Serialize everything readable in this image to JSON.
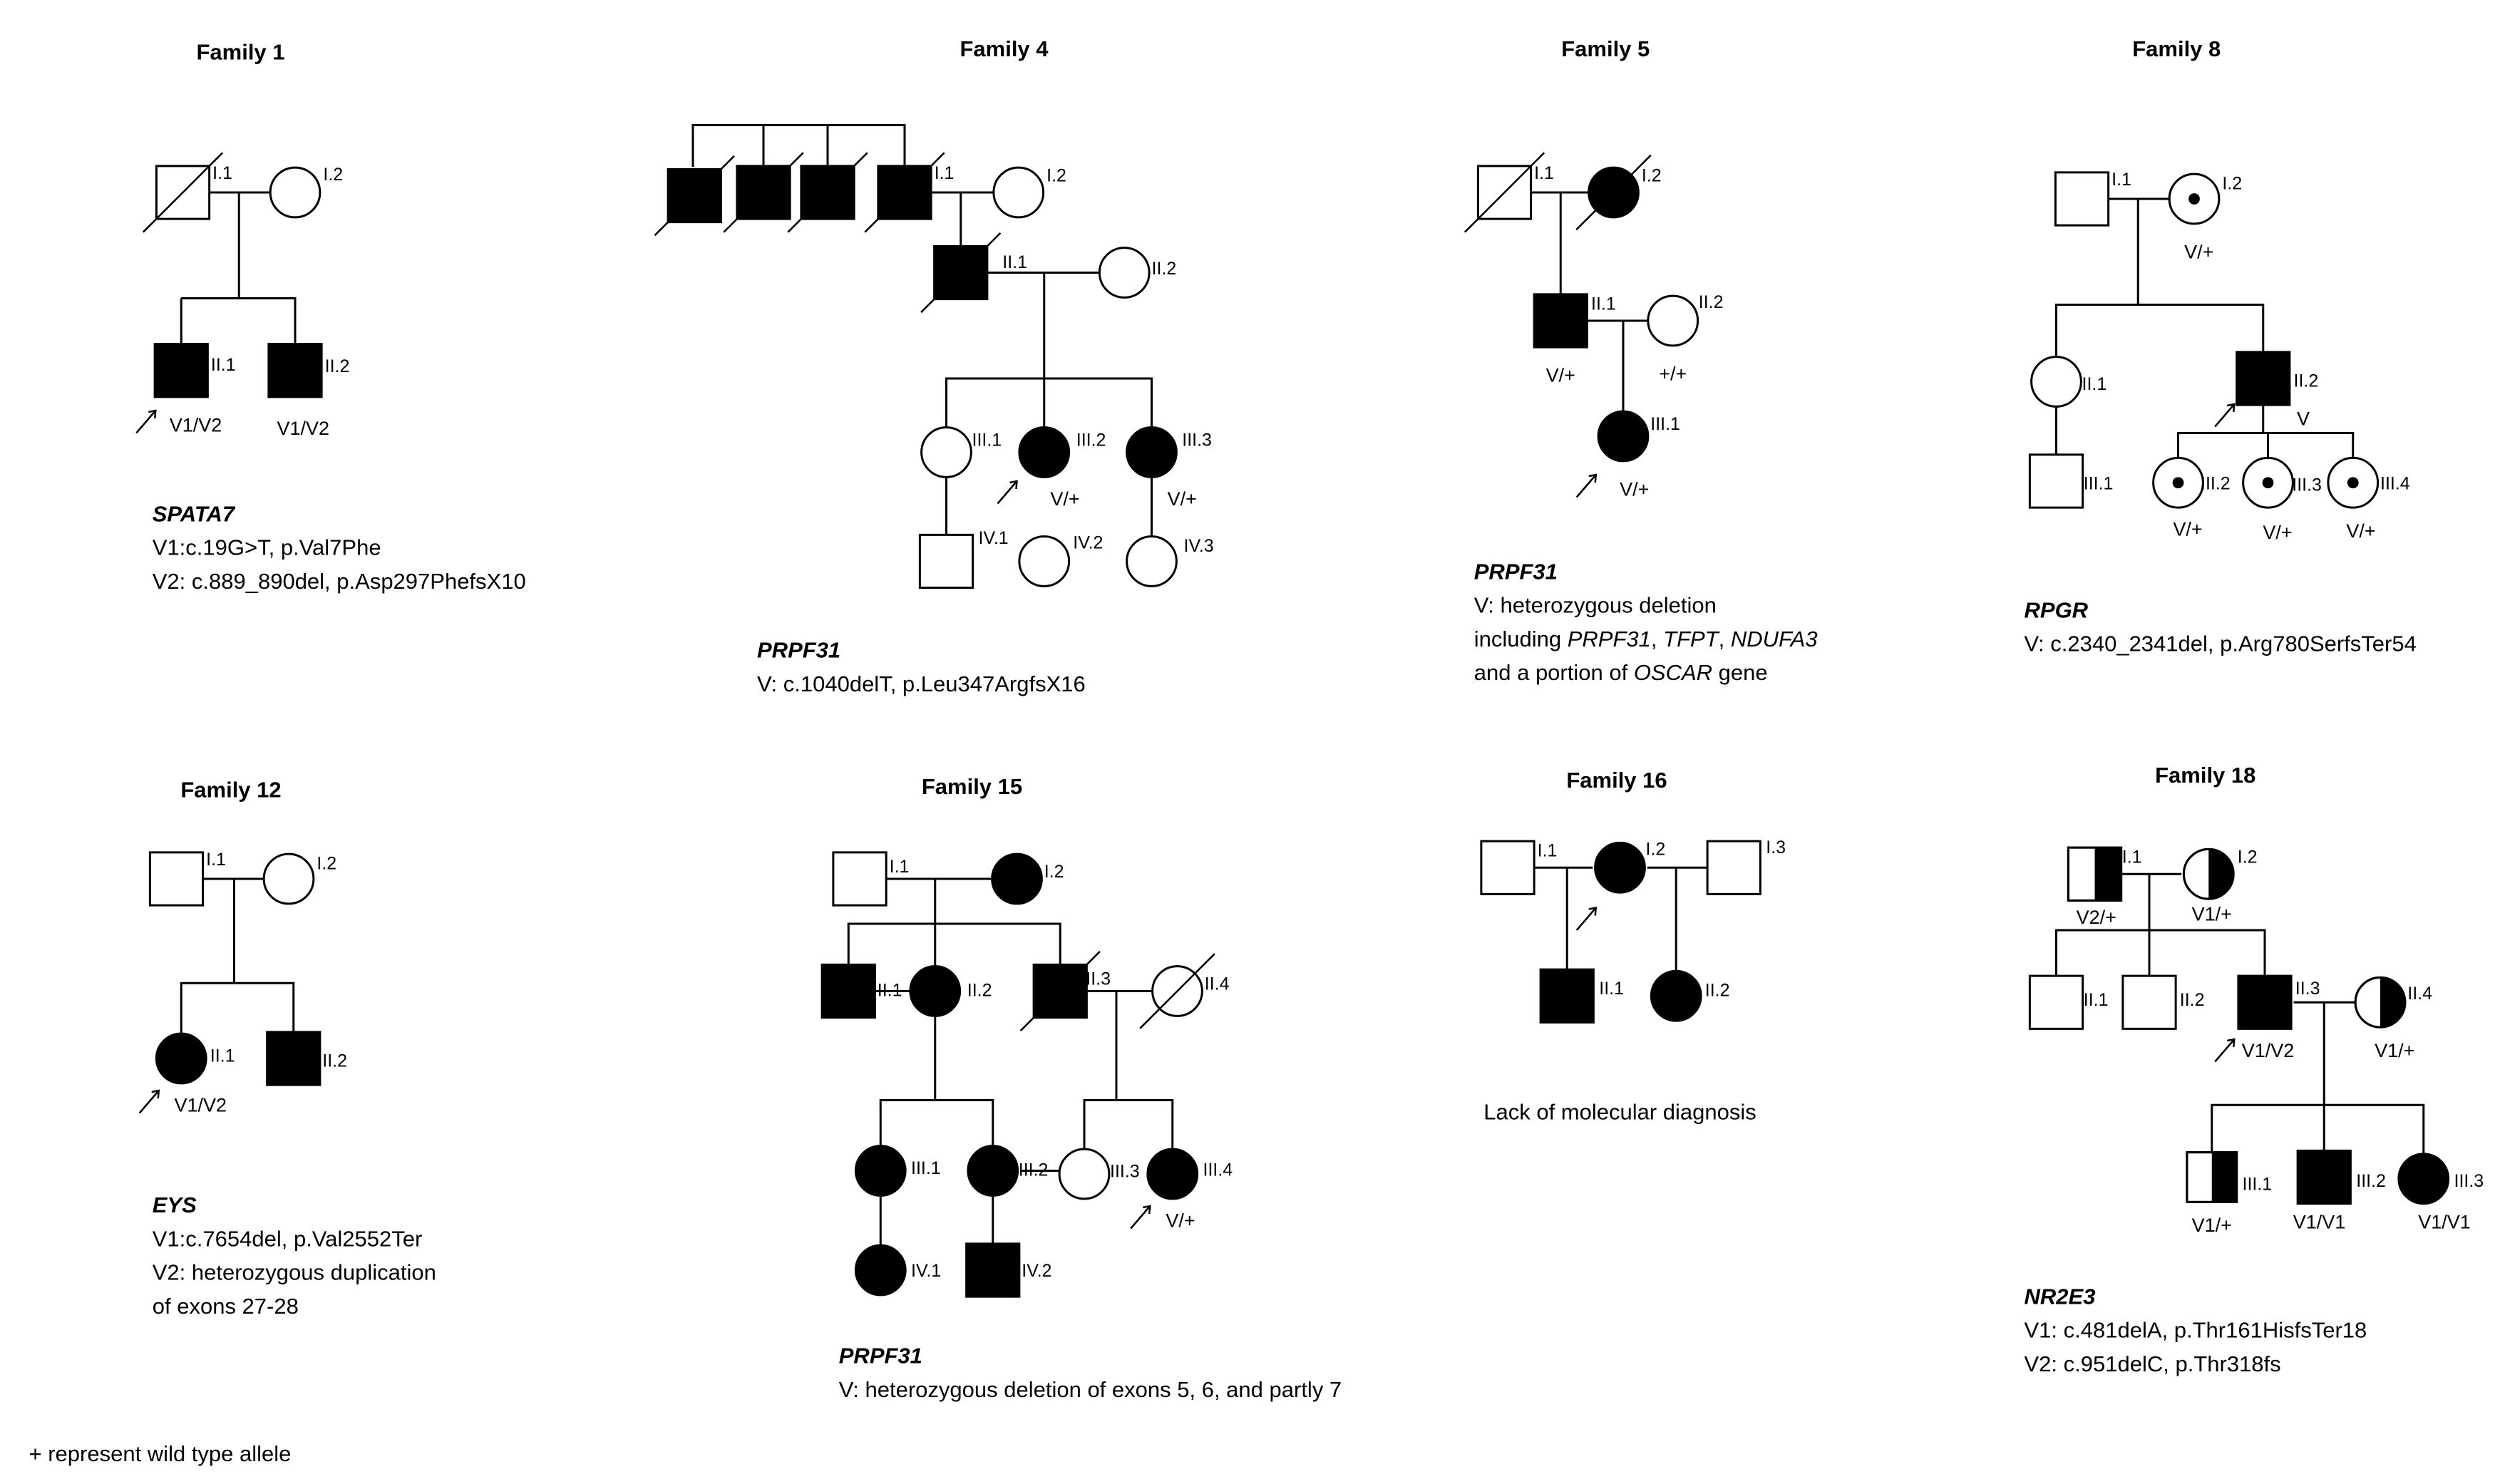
{
  "families": [
    {
      "id": "f1",
      "title": "Family 1",
      "members": [
        {
          "id": "I.1",
          "sex": "M",
          "status": "unaffected",
          "deceased": true
        },
        {
          "id": "I.2",
          "sex": "F",
          "status": "unaffected"
        },
        {
          "id": "II.1",
          "sex": "M",
          "status": "affected",
          "proband": true,
          "genotype": "V1/V2"
        },
        {
          "id": "II.2",
          "sex": "M",
          "status": "affected",
          "genotype": "V1/V2"
        }
      ],
      "gene": "SPATA7",
      "variants": [
        [
          {
            "t": "V1:c.19G>T,  p.Val7Phe"
          }
        ],
        [
          {
            "t": "V2: c.889_890del, p.Asp297PhefsX10"
          }
        ]
      ]
    },
    {
      "id": "f4",
      "title": "Family 4",
      "members": [
        {
          "id": "I.1",
          "sex": "M",
          "status": "affected",
          "deceased": true
        },
        {
          "id": "",
          "sex": "M",
          "status": "affected",
          "deceased": true,
          "note": "sibling of I.1"
        },
        {
          "id": "",
          "sex": "M",
          "status": "affected",
          "deceased": true,
          "note": "sibling of I.1"
        },
        {
          "id": "",
          "sex": "M",
          "status": "affected",
          "deceased": true,
          "note": "sibling of I.1"
        },
        {
          "id": "I.2",
          "sex": "F",
          "status": "unaffected"
        },
        {
          "id": "II.1",
          "sex": "M",
          "status": "affected",
          "deceased": true
        },
        {
          "id": "II.2",
          "sex": "F",
          "status": "unaffected"
        },
        {
          "id": "III.1",
          "sex": "F",
          "status": "unaffected"
        },
        {
          "id": "III.2",
          "sex": "F",
          "status": "affected",
          "proband": true,
          "genotype": "V/+"
        },
        {
          "id": "III.3",
          "sex": "F",
          "status": "affected",
          "genotype": "V/+"
        },
        {
          "id": "IV.1",
          "sex": "M",
          "status": "unaffected"
        },
        {
          "id": "IV.2",
          "sex": "F",
          "status": "unaffected"
        },
        {
          "id": "IV.3",
          "sex": "F",
          "status": "unaffected"
        }
      ],
      "gene": "PRPF31",
      "variants": [
        [
          {
            "t": "V: c.1040delT, p.Leu347ArgfsX16"
          }
        ]
      ]
    },
    {
      "id": "f5",
      "title": "Family 5",
      "members": [
        {
          "id": "I.1",
          "sex": "M",
          "status": "unaffected",
          "deceased": true
        },
        {
          "id": "I.2",
          "sex": "F",
          "status": "affected",
          "deceased": true
        },
        {
          "id": "II.1",
          "sex": "M",
          "status": "affected",
          "genotype": "V/+"
        },
        {
          "id": "II.2",
          "sex": "F",
          "status": "unaffected",
          "genotype": "+/+"
        },
        {
          "id": "III.1",
          "sex": "F",
          "status": "affected",
          "proband": true,
          "genotype": "V/+"
        }
      ],
      "gene": "PRPF31",
      "variants": [
        [
          {
            "t": "V: heterozygous deletion"
          }
        ],
        [
          {
            "t": "including "
          },
          {
            "t": "PRPF31",
            "i": true
          },
          {
            "t": ", "
          },
          {
            "t": "TFPT",
            "i": true
          },
          {
            "t": ", "
          },
          {
            "t": "NDUFA3",
            "i": true
          }
        ],
        [
          {
            "t": "and a portion of "
          },
          {
            "t": "OSCAR",
            "i": true
          },
          {
            "t": " gene"
          }
        ]
      ]
    },
    {
      "id": "f8",
      "title": "Family 8",
      "members": [
        {
          "id": "I.1",
          "sex": "M",
          "status": "unaffected"
        },
        {
          "id": "I.2",
          "sex": "F",
          "status": "carrier",
          "genotype": "V/+"
        },
        {
          "id": "II.1",
          "sex": "F",
          "status": "unaffected"
        },
        {
          "id": "II.2",
          "sex": "M",
          "status": "affected",
          "proband": true,
          "genotype": "V"
        },
        {
          "id": "III.1",
          "sex": "M",
          "status": "unaffected"
        },
        {
          "id": "III.2",
          "sex": "F",
          "status": "carrier",
          "genotype": "V/+"
        },
        {
          "id": "III.3",
          "sex": "F",
          "status": "carrier",
          "genotype": "V/+"
        },
        {
          "id": "III.4",
          "sex": "F",
          "status": "carrier",
          "genotype": "V/+"
        }
      ],
      "gene": "RPGR",
      "variants": [
        [
          {
            "t": "V: c.2340_2341del, p.Arg780SerfsTer54"
          }
        ]
      ]
    },
    {
      "id": "f12",
      "title": "Family 12",
      "members": [
        {
          "id": "I.1",
          "sex": "M",
          "status": "unaffected"
        },
        {
          "id": "I.2",
          "sex": "F",
          "status": "unaffected"
        },
        {
          "id": "II.1",
          "sex": "F",
          "status": "affected",
          "proband": true,
          "genotype": "V1/V2"
        },
        {
          "id": "II.2",
          "sex": "M",
          "status": "affected"
        }
      ],
      "gene": "EYS",
      "variants": [
        [
          {
            "t": "V1:c.7654del, p.Val2552Ter"
          }
        ],
        [
          {
            "t": "V2: heterozygous duplication"
          }
        ],
        [
          {
            "t": "of exons 27-28"
          }
        ]
      ]
    },
    {
      "id": "f15",
      "title": "Family 15",
      "members": [
        {
          "id": "I.1",
          "sex": "M",
          "status": "unaffected"
        },
        {
          "id": "I.2",
          "sex": "F",
          "status": "affected"
        },
        {
          "id": "II.1",
          "sex": "M",
          "status": "affected"
        },
        {
          "id": "II.2",
          "sex": "F",
          "status": "affected"
        },
        {
          "id": "II.3",
          "sex": "M",
          "status": "affected",
          "deceased": true
        },
        {
          "id": "II.4",
          "sex": "F",
          "status": "unaffected",
          "deceased": true
        },
        {
          "id": "III.1",
          "sex": "F",
          "status": "affected"
        },
        {
          "id": "III.2",
          "sex": "F",
          "status": "affected"
        },
        {
          "id": "III.3",
          "sex": "F",
          "status": "unaffected"
        },
        {
          "id": "III.4",
          "sex": "F",
          "status": "affected",
          "proband": true,
          "genotype": "V/+"
        },
        {
          "id": "IV.1",
          "sex": "F",
          "status": "affected"
        },
        {
          "id": "IV.2",
          "sex": "M",
          "status": "affected"
        }
      ],
      "gene": "PRPF31",
      "variants": [
        [
          {
            "t": "V: heterozygous deletion of exons 5, 6, and partly 7"
          }
        ]
      ]
    },
    {
      "id": "f16",
      "title": "Family 16",
      "members": [
        {
          "id": "I.1",
          "sex": "M",
          "status": "unaffected"
        },
        {
          "id": "I.2",
          "sex": "F",
          "status": "affected",
          "proband": true
        },
        {
          "id": "I.3",
          "sex": "M",
          "status": "unaffected"
        },
        {
          "id": "II.1",
          "sex": "M",
          "status": "affected"
        },
        {
          "id": "II.2",
          "sex": "F",
          "status": "affected"
        }
      ],
      "note": "Lack of molecular diagnosis"
    },
    {
      "id": "f18",
      "title": "Family 18",
      "members": [
        {
          "id": "I.1",
          "sex": "M",
          "status": "half",
          "genotype": "V2/+"
        },
        {
          "id": "I.2",
          "sex": "F",
          "status": "half",
          "genotype": "V1/+"
        },
        {
          "id": "II.1",
          "sex": "M",
          "status": "unaffected"
        },
        {
          "id": "II.2",
          "sex": "M",
          "status": "unaffected"
        },
        {
          "id": "II.3",
          "sex": "M",
          "status": "affected",
          "proband": true,
          "genotype": "V1/V2"
        },
        {
          "id": "II.4",
          "sex": "F",
          "status": "half",
          "genotype": "V1/+"
        },
        {
          "id": "III.1",
          "sex": "M",
          "status": "half",
          "genotype": "V1/+"
        },
        {
          "id": "III.2",
          "sex": "M",
          "status": "affected",
          "genotype": "V1/V1"
        },
        {
          "id": "III.3",
          "sex": "F",
          "status": "affected",
          "genotype": "V1/V1"
        }
      ],
      "gene": "NR2E3",
      "variants": [
        [
          {
            "t": "V1: c.481delA, p.Thr161HisfsTer18"
          }
        ],
        [
          {
            "t": "V2: c.951delC, p.Thr318fs"
          }
        ]
      ]
    }
  ],
  "legend": "+ represent wild type allele"
}
